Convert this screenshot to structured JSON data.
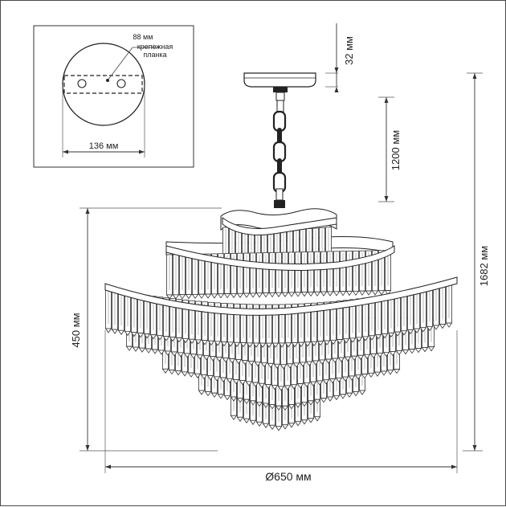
{
  "inset": {
    "canopy_width": "136 мм",
    "hole_spacing": "88 мм",
    "bracket_line1": "крепежная",
    "bracket_line2": "планка"
  },
  "dimensions": {
    "canopy_height": "32 мм",
    "chain_length": "1200 мм",
    "total_height": "1682 мм",
    "body_height": "450 мм",
    "diameter": "Ø650 мм"
  }
}
